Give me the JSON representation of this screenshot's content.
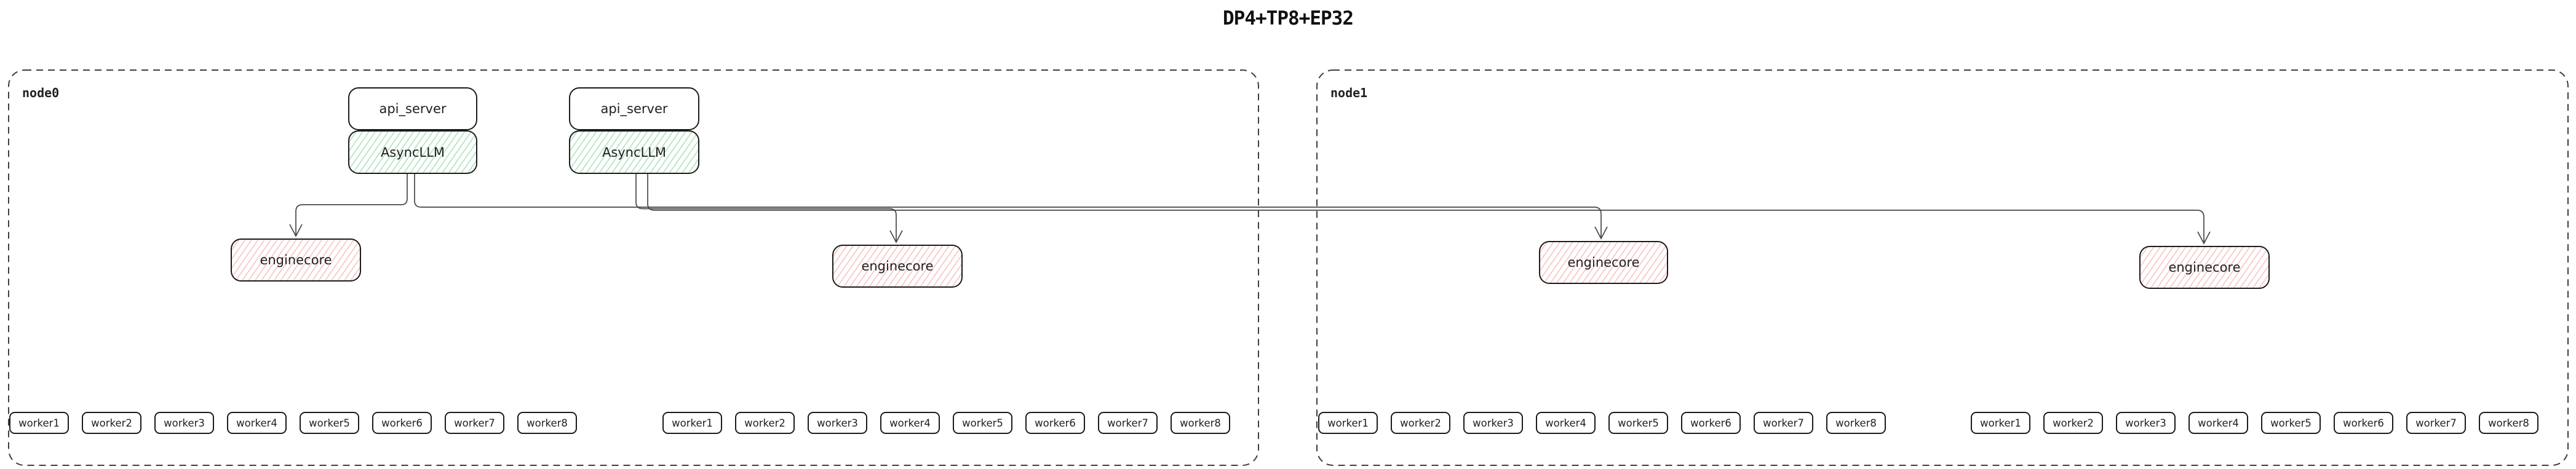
{
  "title": "DP4+TP8+EP32",
  "nodes": [
    {
      "label": "node0"
    },
    {
      "label": "node1"
    }
  ],
  "boxes": {
    "api_server": "api_server",
    "asyncllm": "AsyncLLM",
    "enginecore": "enginecore"
  },
  "worker_labels": [
    "worker1",
    "worker2",
    "worker3",
    "worker4",
    "worker5",
    "worker6",
    "worker7",
    "worker8"
  ],
  "edges": [
    {
      "from": "AsyncLLM-1",
      "to": "enginecore-1"
    },
    {
      "from": "AsyncLLM-1",
      "to": "enginecore-3"
    },
    {
      "from": "AsyncLLM-2",
      "to": "enginecore-2"
    },
    {
      "from": "AsyncLLM-2",
      "to": "enginecore-4"
    }
  ],
  "colors": {
    "background": "#ffffff",
    "box_border": "#1b1b1b",
    "node_dashed_border": "#3d3d3d",
    "edge_line": "#474747",
    "green_hatch": "#5fc878",
    "pink_hatch": "#ef8a86",
    "text": "#1f1f1f"
  }
}
